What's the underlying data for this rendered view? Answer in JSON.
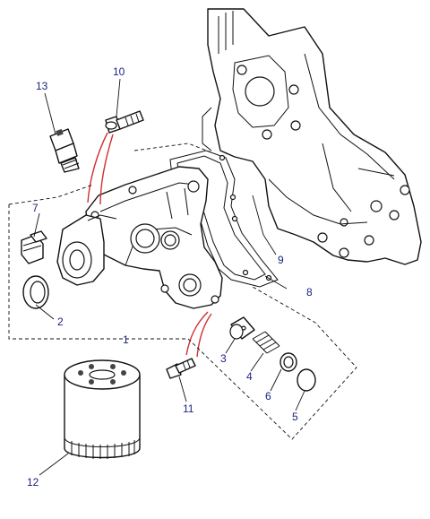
{
  "callouts": [
    {
      "id": "1",
      "text": "1"
    },
    {
      "id": "2",
      "text": "2"
    },
    {
      "id": "3",
      "text": "3"
    },
    {
      "id": "4",
      "text": "4"
    },
    {
      "id": "5",
      "text": "5"
    },
    {
      "id": "6",
      "text": "6"
    },
    {
      "id": "7",
      "text": "7"
    },
    {
      "id": "8",
      "text": "8"
    },
    {
      "id": "9",
      "text": "9"
    },
    {
      "id": "10",
      "text": "10"
    },
    {
      "id": "11",
      "text": "11"
    },
    {
      "id": "12",
      "text": "12"
    },
    {
      "id": "13",
      "text": "13"
    }
  ],
  "colors": {
    "callout_text": "#1a237e",
    "line_art": "#111111",
    "indicator_lines": "#d32f2f",
    "background": "#ffffff"
  }
}
